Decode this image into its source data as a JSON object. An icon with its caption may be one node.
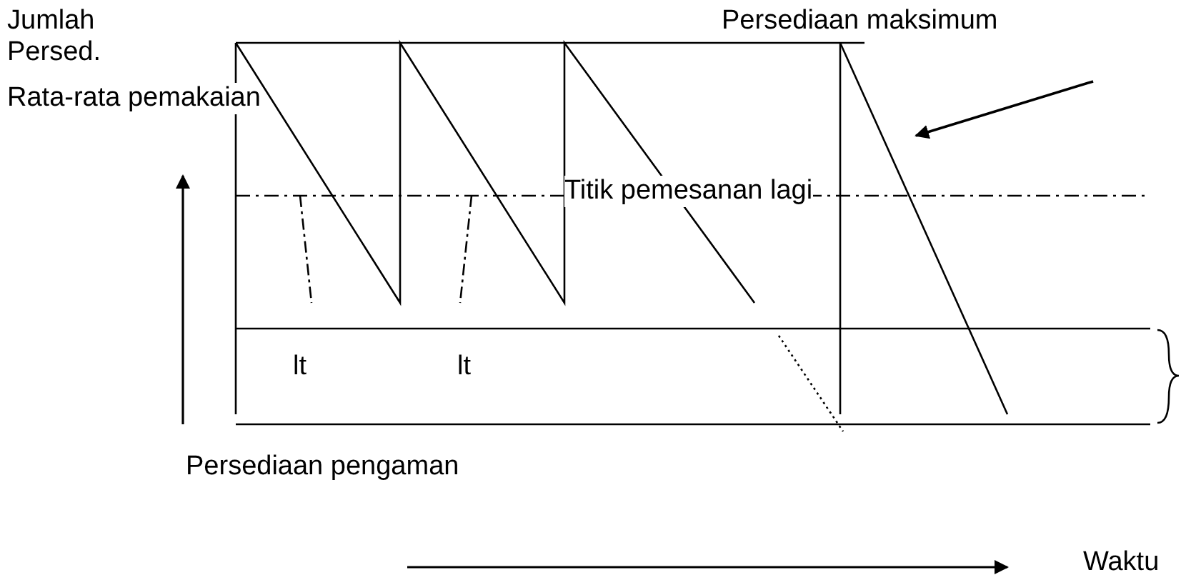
{
  "diagram": {
    "labels": [
      "Jumlah Persed.",
      "Rata-rata pemakaian",
      "Persediaan maksimum",
      "Titik pemesanan lagi",
      "lt",
      "lt",
      "Persediaan pengaman",
      "Waktu"
    ]
  }
}
